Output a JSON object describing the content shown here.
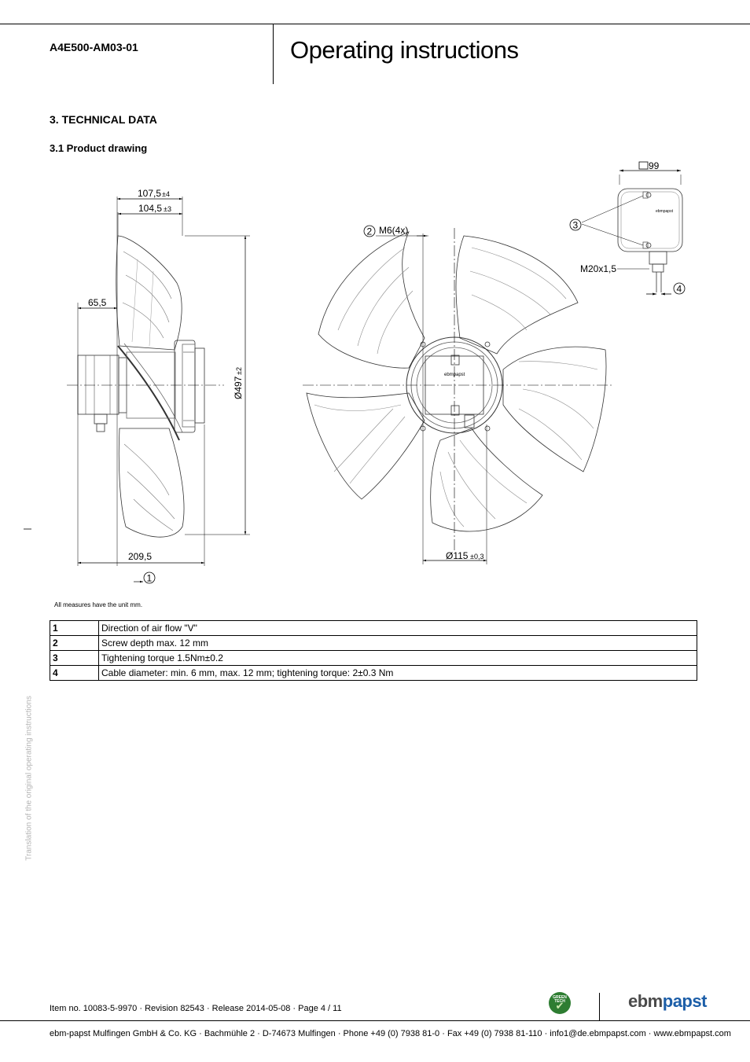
{
  "header": {
    "doc_id": "A4E500-AM03-01",
    "title": "Operating instructions"
  },
  "section": {
    "heading": "3. TECHNICAL DATA",
    "subheading": "3.1 Product drawing"
  },
  "drawing": {
    "dimensions": {
      "d_107_5": "107,5",
      "tol_107_5": "±4",
      "d_104_5": "104,5",
      "tol_104_5": "±3",
      "d_65_5": "65,5",
      "d_209_5": "209,5",
      "d_497": "Ø497",
      "tol_497": "±2",
      "d_115": "Ø115",
      "tol_115": "±0,3",
      "thread_m6": "M6(4x)",
      "thread_m20": "M20x1,5",
      "box_99": "99"
    },
    "callouts": {
      "c1": "1",
      "c2": "2",
      "c3": "3",
      "c4": "4"
    },
    "logo_mark": "ebmpapst"
  },
  "units_note": "All measures have the unit mm.",
  "notes": [
    {
      "num": "1",
      "text": "Direction of air flow \"V\""
    },
    {
      "num": "2",
      "text": "Screw depth max. 12 mm"
    },
    {
      "num": "3",
      "text": "Tightening torque 1.5Nm±0.2"
    },
    {
      "num": "4",
      "text": "Cable diameter: min. 6 mm, max. 12 mm; tightening torque: 2±0.3 Nm"
    }
  ],
  "side_note": "Translation of the original operating instructions",
  "footer": {
    "item_line": "Item no. 10083-5-9970 · Revision 82543 · Release 2014-05-08 · Page 4 / 11",
    "company_line": "ebm-papst Mulfingen GmbH & Co. KG · Bachmühle 2 · D-74673 Mulfingen · Phone +49 (0) 7938 81-0 · Fax +49 (0) 7938 81-110 · info1@de.ebmpapst.com · www.ebmpapst.com",
    "badge_text": "GREEN TECH",
    "logo_part1": "ebm",
    "logo_part2": "papst"
  },
  "colors": {
    "logo_gray": "#4a4a4a",
    "logo_blue": "#1c5ea8",
    "badge_green": "#2e7d32",
    "side_note_gray": "#b5b5b5"
  }
}
